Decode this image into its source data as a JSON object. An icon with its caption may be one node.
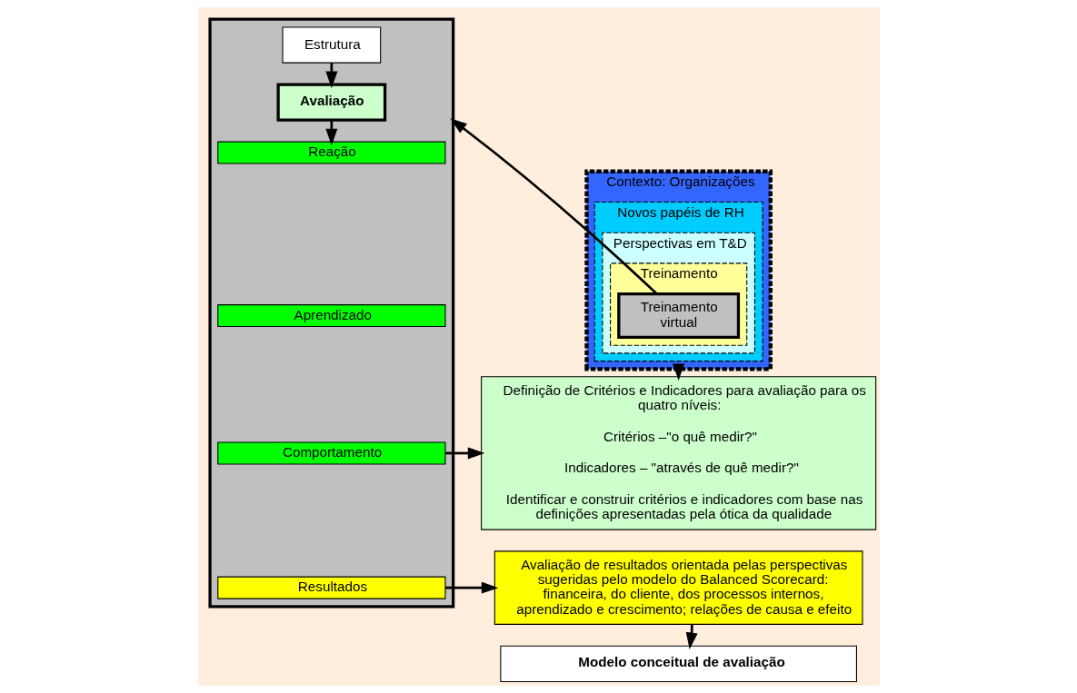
{
  "diagram": {
    "nodes": [
      {
        "text": [
          "Contexto: Organizações"
        ]
      },
      {
        "text": [
          "Novos papéis de RH"
        ],
        "in": 0
      },
      {
        "text": [
          "Perspectivas em T&D"
        ],
        "in": 1
      },
      {
        "text": [
          "Treinamento"
        ],
        "in": 2
      },
      {
        "text": [
          "Treinamento virtual"
        ],
        "in": 3
      },
      {
        "text": [],
        "shape": "box"
      },
      {
        "text": [
          "Estrutura"
        ],
        "in": 5
      },
      {
        "text": [
          "Avaliação"
        ],
        "in": 5
      },
      {
        "text": [
          "Reação"
        ],
        "in": 5
      },
      {
        "text": [
          "Aprendizado"
        ],
        "in": 5
      },
      {
        "text": [
          "Comportamento"
        ],
        "in": 5
      },
      {
        "text": [
          "Resultados"
        ],
        "in": 5
      },
      {
        "text": [
          "Definição de Critérios e Indicadores para avaliação para os quatro níveis:",
          "Critérios –\"o quê medir?\"",
          "Indicadores – \"através de quê medir?\"",
          "Identificar e construir critérios e indicadores com base nas definições apresentadas pela ótica da qualidade"
        ]
      },
      {
        "text": [
          "Avaliação de resultados orientada pelas perspectivas sugeridas pelo modelo do Balanced Scorecard: financeira, do cliente, dos processos internos, aprendizado e crescimento; relações de causa e efeito"
        ]
      },
      {
        "text": [
          "Modelo conceitual de avaliação"
        ]
      }
    ],
    "edges": [
      {
        "from": 4,
        "to": 5,
        "arrow": "to"
      },
      {
        "from": 6,
        "to": 7,
        "arrow": "to"
      },
      {
        "from": 7,
        "to": 8,
        "arrow": "to"
      },
      {
        "from": 0,
        "to": 12,
        "arrow": "to"
      },
      {
        "from": 10,
        "to": 12,
        "arrow": "to"
      },
      {
        "from": 11,
        "to": 13,
        "arrow": "to"
      },
      {
        "from": 13,
        "to": 14,
        "arrow": "to"
      }
    ]
  }
}
